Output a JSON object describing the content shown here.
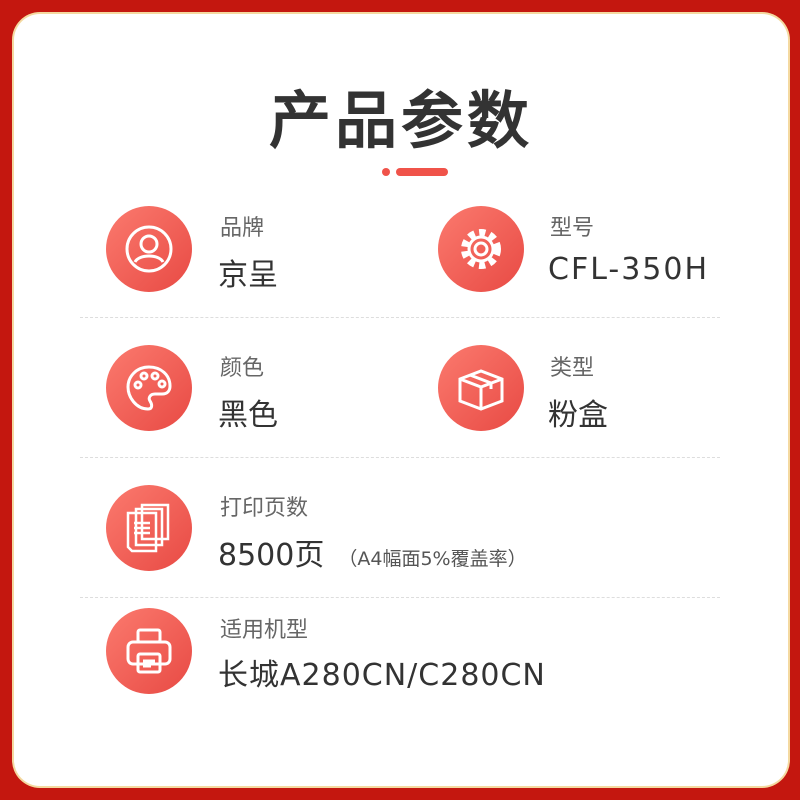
{
  "title": "产品参数",
  "items": [
    {
      "label": "品牌",
      "value": "京呈",
      "icon": "user-icon"
    },
    {
      "label": "型号",
      "value": "CFL-350H",
      "icon": "gear-icon"
    },
    {
      "label": "颜色",
      "value": "黑色",
      "icon": "palette-icon"
    },
    {
      "label": "类型",
      "value": "粉盒",
      "icon": "box-icon"
    },
    {
      "label": "打印页数",
      "value": "8500页",
      "note": "（A4幅面5%覆盖率）",
      "icon": "pages-icon"
    },
    {
      "label": "适用机型",
      "value": "长城A280CN/C280CN",
      "icon": "printer-icon"
    }
  ],
  "colors": {
    "frame": "#c4170f",
    "accent": "#f0534a"
  }
}
